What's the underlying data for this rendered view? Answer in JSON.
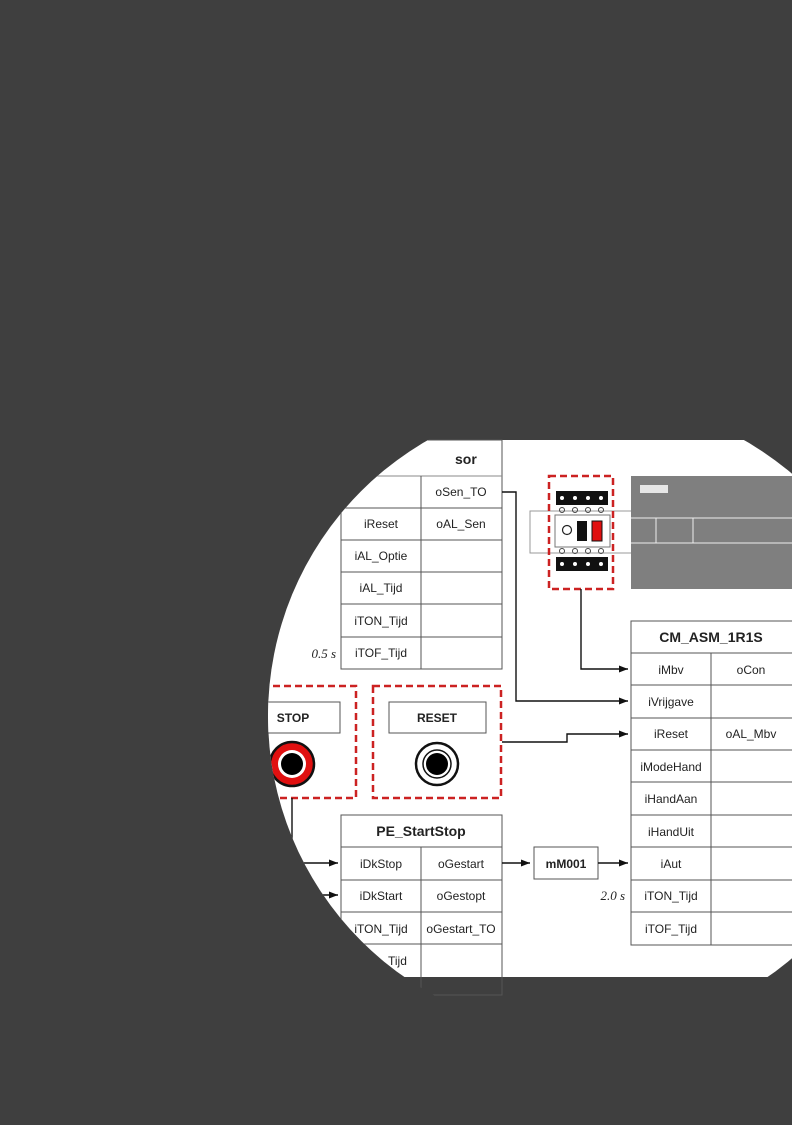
{
  "colors": {
    "page_bg": "#3f3f3f",
    "dashed_red": "#cc2222",
    "button_red": "#e01010",
    "panel_gray": "#7f7f7f"
  },
  "sensor_block": {
    "title_partial": "sor",
    "rows": [
      {
        "left": "",
        "right": "oSen_TO"
      },
      {
        "left": "iReset",
        "right": "oAL_Sen"
      },
      {
        "left": "iAL_Optie",
        "right": ""
      },
      {
        "left": "iAL_Tijd",
        "right": ""
      },
      {
        "left": "iTON_Tijd",
        "right": ""
      },
      {
        "left": "iTOF_Tijd",
        "right": ""
      }
    ],
    "time_value": "0.5 s"
  },
  "cm_block": {
    "title": "CM_ASM_1R1S",
    "rows": [
      {
        "left": "iMbv",
        "right": "oCon"
      },
      {
        "left": "iVrijgave",
        "right": ""
      },
      {
        "left": "iReset",
        "right": "oAL_Mbv"
      },
      {
        "left": "iModeHand",
        "right": ""
      },
      {
        "left": "iHandAan",
        "right": ""
      },
      {
        "left": "iHandUit",
        "right": ""
      },
      {
        "left": "iAut",
        "right": ""
      },
      {
        "left": "iTON_Tijd",
        "right": ""
      },
      {
        "left": "iTOF_Tijd",
        "right": ""
      }
    ],
    "time_value": "2.0 s"
  },
  "pe_block": {
    "title": "PE_StartStop",
    "rows": [
      {
        "left": "iDkStop",
        "right": "oGestart"
      },
      {
        "left": "iDkStart",
        "right": "oGestopt"
      },
      {
        "left": "iTON_Tijd",
        "right": "oGestart_TO"
      },
      {
        "left": "Tijd",
        "right": ""
      }
    ]
  },
  "memory_box": {
    "label": "mM001"
  },
  "buttons": {
    "stop_label": "STOP",
    "reset_label": "RESET"
  }
}
